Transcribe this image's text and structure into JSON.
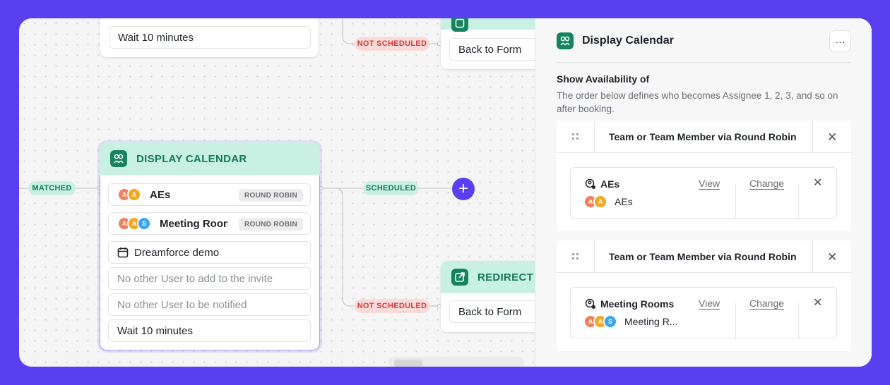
{
  "canvas": {
    "top_node": {
      "wait_label": "Wait 10 minutes"
    },
    "top_right_node": {
      "back_label": "Back to Form"
    },
    "pills": {
      "not_scheduled_top": "NOT SCHEDULED",
      "matched": "MATCHED",
      "scheduled": "SCHEDULED",
      "not_scheduled_bottom": "NOT SCHEDULED"
    },
    "display_node": {
      "title": "DISPLAY CALENDAR",
      "rows": {
        "aes": {
          "label": "AEs",
          "tag": "ROUND ROBIN",
          "avatars": [
            "A",
            "A"
          ]
        },
        "rooms": {
          "label": "Meeting Rooms",
          "tag": "ROUND ROBIN",
          "avatars": [
            "A",
            "A",
            "S"
          ]
        },
        "event": {
          "label": "Dreamforce demo"
        },
        "invite": {
          "label": "No other User to add to the invite"
        },
        "notify": {
          "label": "No other User to be notified"
        },
        "wait": {
          "label": "Wait 10 minutes"
        }
      }
    },
    "redirect_node": {
      "title": "REDIRECT TO",
      "back_label": "Back to Form"
    },
    "add_symbol": "+"
  },
  "panel": {
    "title": "Display Calendar",
    "more_symbol": "···",
    "section_label": "Show Availability of",
    "section_desc": "The order below defines who becomes Assignee 1, 2, 3, and so on after booking.",
    "blocks": [
      {
        "title": "Team or Team Member via Round Robin",
        "team_name": "AEs",
        "avatars": [
          "A",
          "A"
        ],
        "members_label": "AEs",
        "view_label": "View",
        "change_label": "Change"
      },
      {
        "title": "Team or Team Member via Round Robin",
        "team_name": "Meeting Rooms",
        "avatars": [
          "A",
          "A",
          "S"
        ],
        "members_label": "Meeting R...",
        "view_label": "View",
        "change_label": "Change"
      }
    ],
    "close_symbol": "✕"
  },
  "colors": {
    "frame": "#5a3ff0",
    "accent_green": "#137a59",
    "header_green": "#c9f1e3",
    "selection_border": "#a79cf5",
    "danger_red": "#d43b3b"
  }
}
